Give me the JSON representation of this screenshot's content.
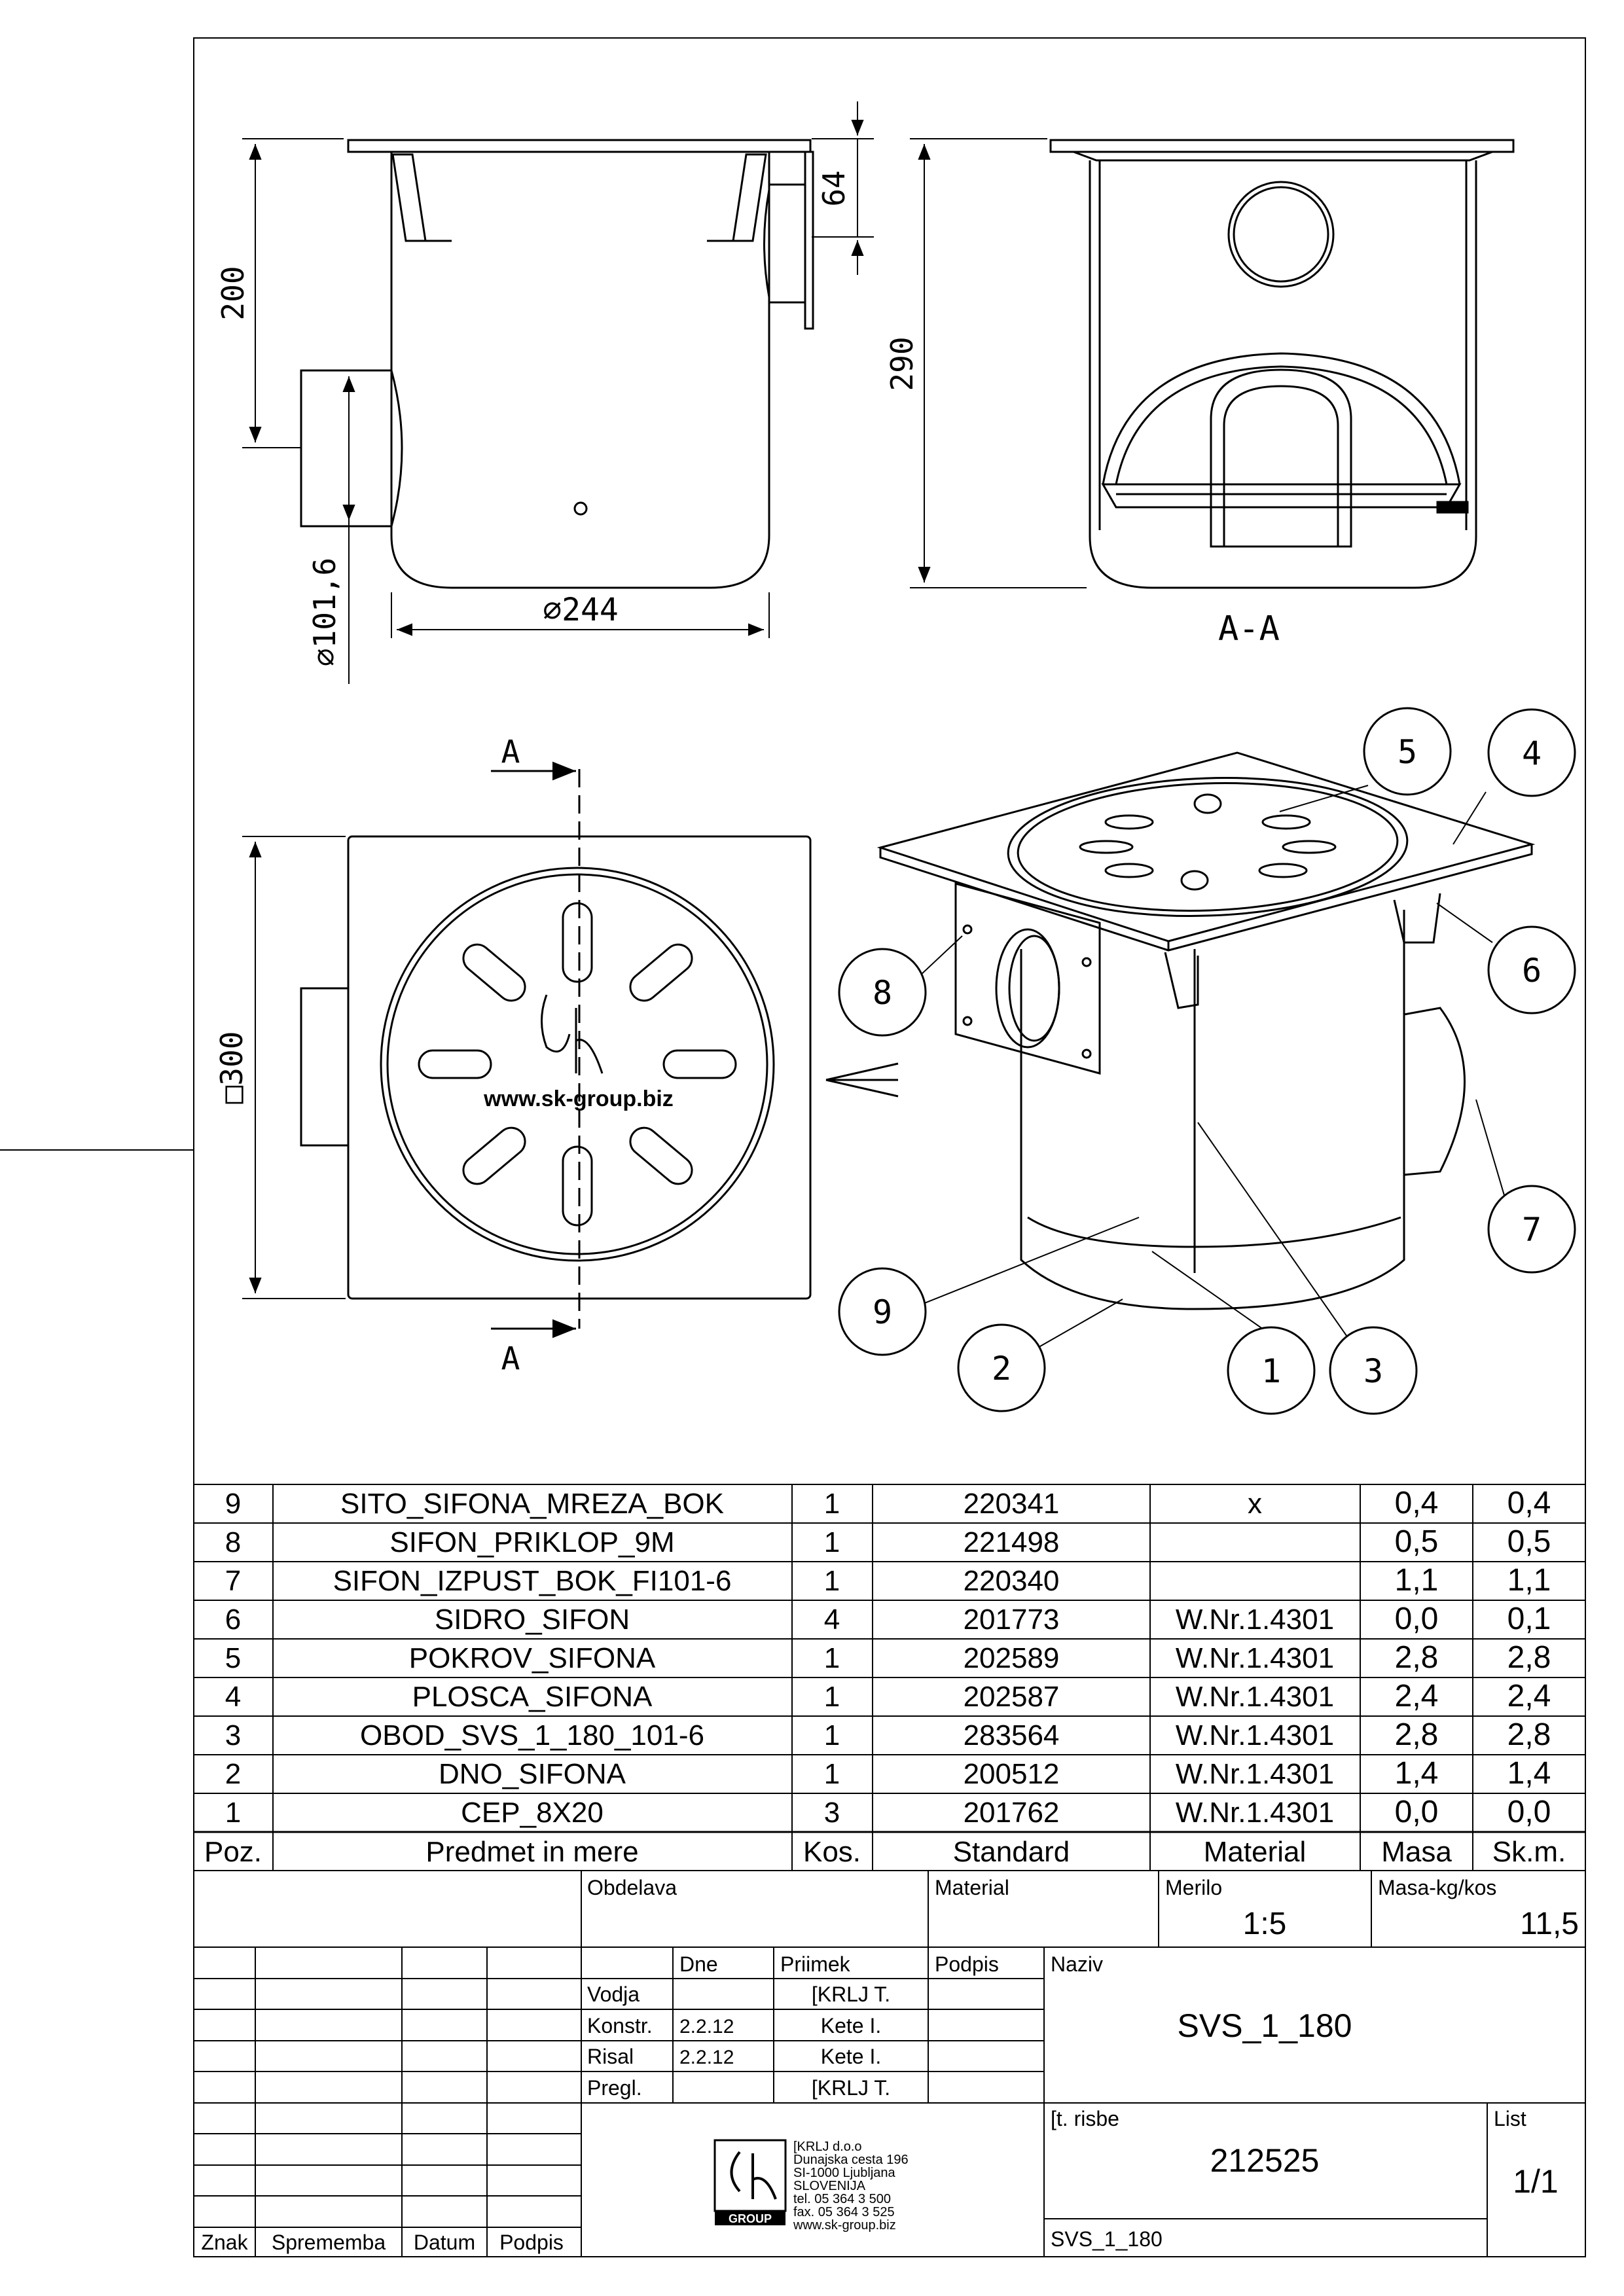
{
  "dimensions": {
    "height_200": "200",
    "flange_64": "64",
    "outlet_diameter": "∅101,6",
    "body_diameter": "∅244",
    "height_290": "290",
    "plate_300": "□300"
  },
  "section": {
    "marker": "A",
    "view_label": "A-A"
  },
  "logo": {
    "url": "www.sk-group.biz",
    "group": "GROUP"
  },
  "balloons": [
    "1",
    "2",
    "3",
    "4",
    "5",
    "6",
    "7",
    "8",
    "9"
  ],
  "parts_header": {
    "poz": "Poz.",
    "predmet": "Predmet in mere",
    "kos": "Kos.",
    "standard": "Standard",
    "material": "Material",
    "masa": "Masa",
    "skm": "Sk.m."
  },
  "parts": [
    {
      "poz": "9",
      "name": "SITO_SIFONA_MREZA_BOK",
      "kos": "1",
      "standard": "220341",
      "material": "x",
      "masa": "0,4",
      "skm": "0,4"
    },
    {
      "poz": "8",
      "name": "SIFON_PRIKLOP_9M",
      "kos": "1",
      "standard": "221498",
      "material": "",
      "masa": "0,5",
      "skm": "0,5"
    },
    {
      "poz": "7",
      "name": "SIFON_IZPUST_BOK_FI101-6",
      "kos": "1",
      "standard": "220340",
      "material": "",
      "masa": "1,1",
      "skm": "1,1"
    },
    {
      "poz": "6",
      "name": "SIDRO_SIFON",
      "kos": "4",
      "standard": "201773",
      "material": "W.Nr.1.4301",
      "masa": "0,0",
      "skm": "0,1"
    },
    {
      "poz": "5",
      "name": "POKROV_SIFONA",
      "kos": "1",
      "standard": "202589",
      "material": "W.Nr.1.4301",
      "masa": "2,8",
      "skm": "2,8"
    },
    {
      "poz": "4",
      "name": "PLOSCA_SIFONA",
      "kos": "1",
      "standard": "202587",
      "material": "W.Nr.1.4301",
      "masa": "2,4",
      "skm": "2,4"
    },
    {
      "poz": "3",
      "name": "OBOD_SVS_1_180_101-6",
      "kos": "1",
      "standard": "283564",
      "material": "W.Nr.1.4301",
      "masa": "2,8",
      "skm": "2,8"
    },
    {
      "poz": "2",
      "name": "DNO_SIFONA",
      "kos": "1",
      "standard": "200512",
      "material": "W.Nr.1.4301",
      "masa": "1,4",
      "skm": "1,4"
    },
    {
      "poz": "1",
      "name": "CEP_8X20",
      "kos": "3",
      "standard": "201762",
      "material": "W.Nr.1.4301",
      "masa": "0,0",
      "skm": "0,0"
    }
  ],
  "title_block": {
    "obdelava_label": "Obdelava",
    "material_label": "Material",
    "merilo_label": "Merilo",
    "merilo_value": "1:5",
    "masa_label": "Masa-kg/kos",
    "masa_value": "11,5",
    "dne_label": "Dne",
    "priimek_label": "Priimek",
    "podpis_label": "Podpis",
    "naziv_label": "Naziv",
    "naziv_value": "SVS_1_180",
    "roles": [
      {
        "role": "Vodja",
        "date": "",
        "name": "[KRLJ T."
      },
      {
        "role": "Konstr.",
        "date": "2.2.12",
        "name": "Kete I."
      },
      {
        "role": "Risal",
        "date": "2.2.12",
        "name": "Kete I."
      },
      {
        "role": "Pregl.",
        "date": "",
        "name": "[KRLJ T."
      }
    ],
    "risba_label": "[t. risbe",
    "risba_value": "212525",
    "list_label": "List",
    "list_value": "1/1",
    "file_name": "SVS_1_180",
    "revision_labels": {
      "znak": "Znak",
      "sprememba": "Sprememba",
      "datum": "Datum",
      "podpis": "Podpis"
    },
    "company": [
      "[KRLJ d.o.o",
      "Dunajska cesta 196",
      "SI-1000 Ljubljana",
      "SLOVENIJA",
      "tel. 05 364 3 500",
      "fax. 05 364 3 525",
      "www.sk-group.biz"
    ]
  }
}
